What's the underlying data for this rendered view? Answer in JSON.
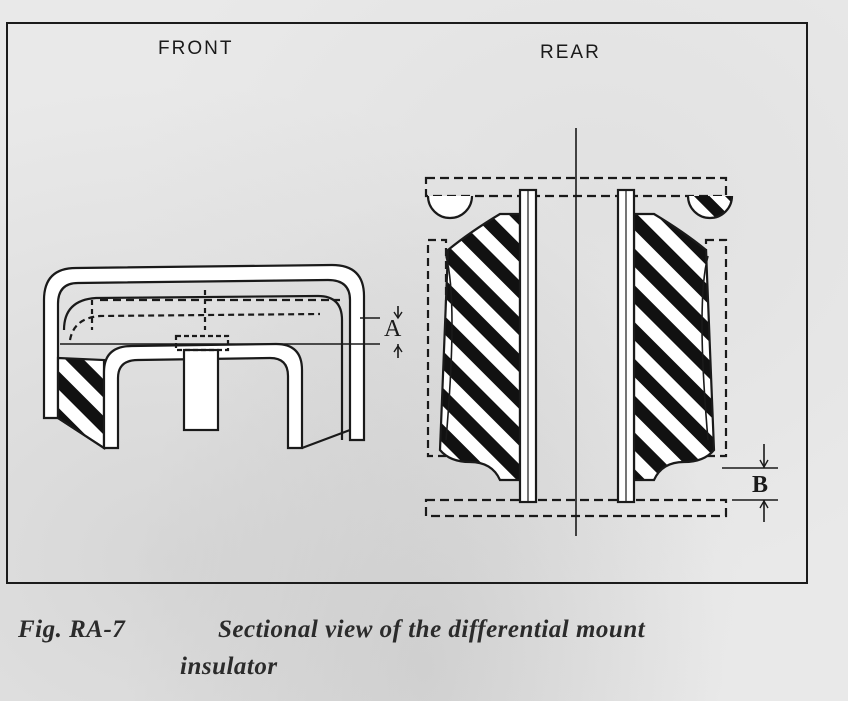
{
  "views": {
    "front": "FRONT",
    "rear": "REAR"
  },
  "dimensions": {
    "a": "A",
    "b": "B"
  },
  "caption": {
    "figure_number": "Fig. RA-7",
    "line1": "Sectional view of the differential mount",
    "line2": "insulator"
  }
}
